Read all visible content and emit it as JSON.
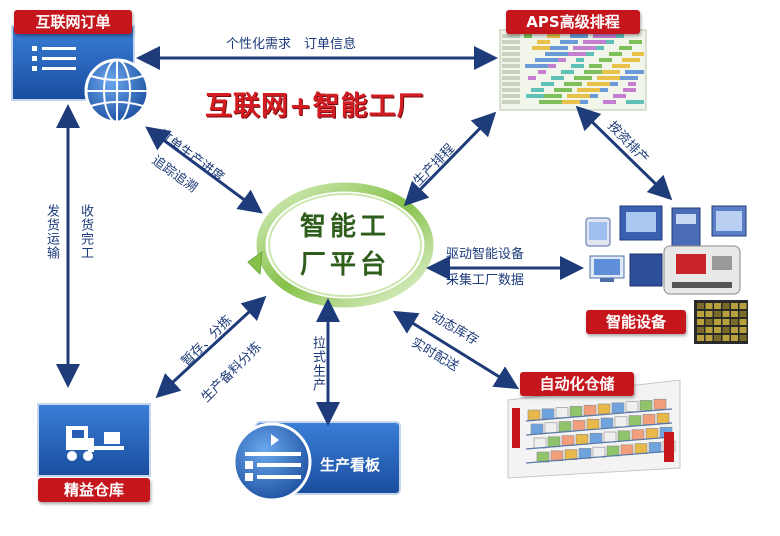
{
  "title": "互联网+智能工厂",
  "center": {
    "line1": "智能工",
    "line2": "厂平台"
  },
  "nodes": {
    "internet_order": "互联网订单",
    "aps": "APS高级排程",
    "smart_equipment": "智能设备",
    "auto_warehouse": "自动化仓储",
    "kanban": "生产看板",
    "lean_warehouse": "精益仓库"
  },
  "edges": {
    "order_aps": "个性化需求　订单信息",
    "order_center_1": "订单生产进度",
    "order_center_2": "追踪追溯",
    "aps_center": "生产排程",
    "aps_equipment": "按资排产",
    "center_equipment_1": "驱动智能设备",
    "center_equipment_2": "采集工厂数据",
    "center_auto_1": "动态库存",
    "center_auto_2": "实时配送",
    "center_kanban": "拉式生产",
    "center_lean_1": "暂存、分拣",
    "center_lean_2": "生产备料分拣",
    "order_lean_1": "收货完工",
    "order_lean_2": "发货运输"
  },
  "colors": {
    "arrow": "#1f3c7a",
    "badge": "#c4161c",
    "title": "#d31d23",
    "center_text": "#2f5d1b",
    "panel_blue": "#1e5bb5"
  }
}
